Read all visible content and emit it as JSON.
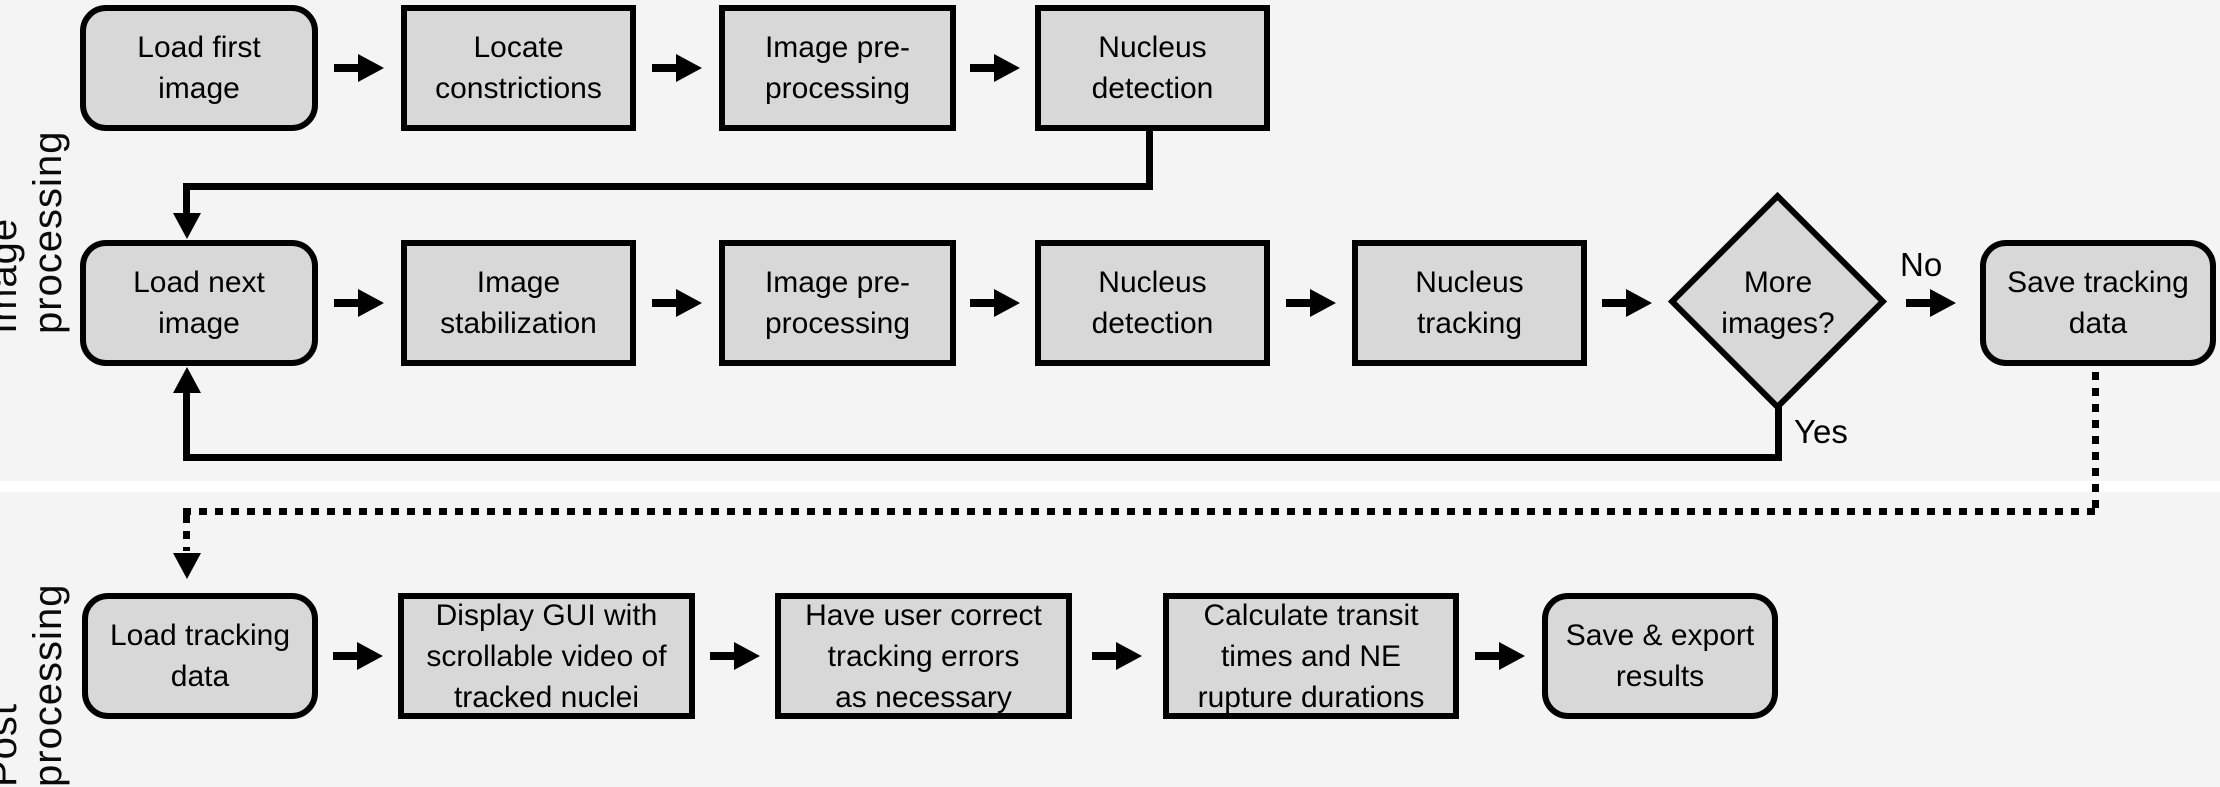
{
  "labels": {
    "section_top": "Image processing",
    "section_bottom": "Post processing",
    "no": "No",
    "yes": "Yes"
  },
  "nodes": {
    "load_first_image": "Load first\nimage",
    "locate_constrictions": "Locate\nconstrictions",
    "image_preprocessing_1": "Image pre-\nprocessing",
    "nucleus_detection_1": "Nucleus\ndetection",
    "load_next_image": "Load next\nimage",
    "image_stabilization": "Image\nstabilization",
    "image_preprocessing_2": "Image pre-\nprocessing",
    "nucleus_detection_2": "Nucleus\ndetection",
    "nucleus_tracking": "Nucleus\ntracking",
    "more_images": "More\nimages?",
    "save_tracking_data": "Save tracking\ndata",
    "load_tracking_data": "Load tracking\ndata",
    "display_gui": "Display GUI with\nscrollable video of\ntracked nuclei",
    "user_correct": "Have user correct\ntracking errors\nas necessary",
    "calculate_transit": "Calculate transit\ntimes and NE\nrupture durations",
    "save_export": "Save & export\nresults"
  },
  "colors": {
    "background": "#f4f4f4",
    "node_fill": "#d8d8d8",
    "stroke": "#000000",
    "separator": "#ffffff"
  }
}
